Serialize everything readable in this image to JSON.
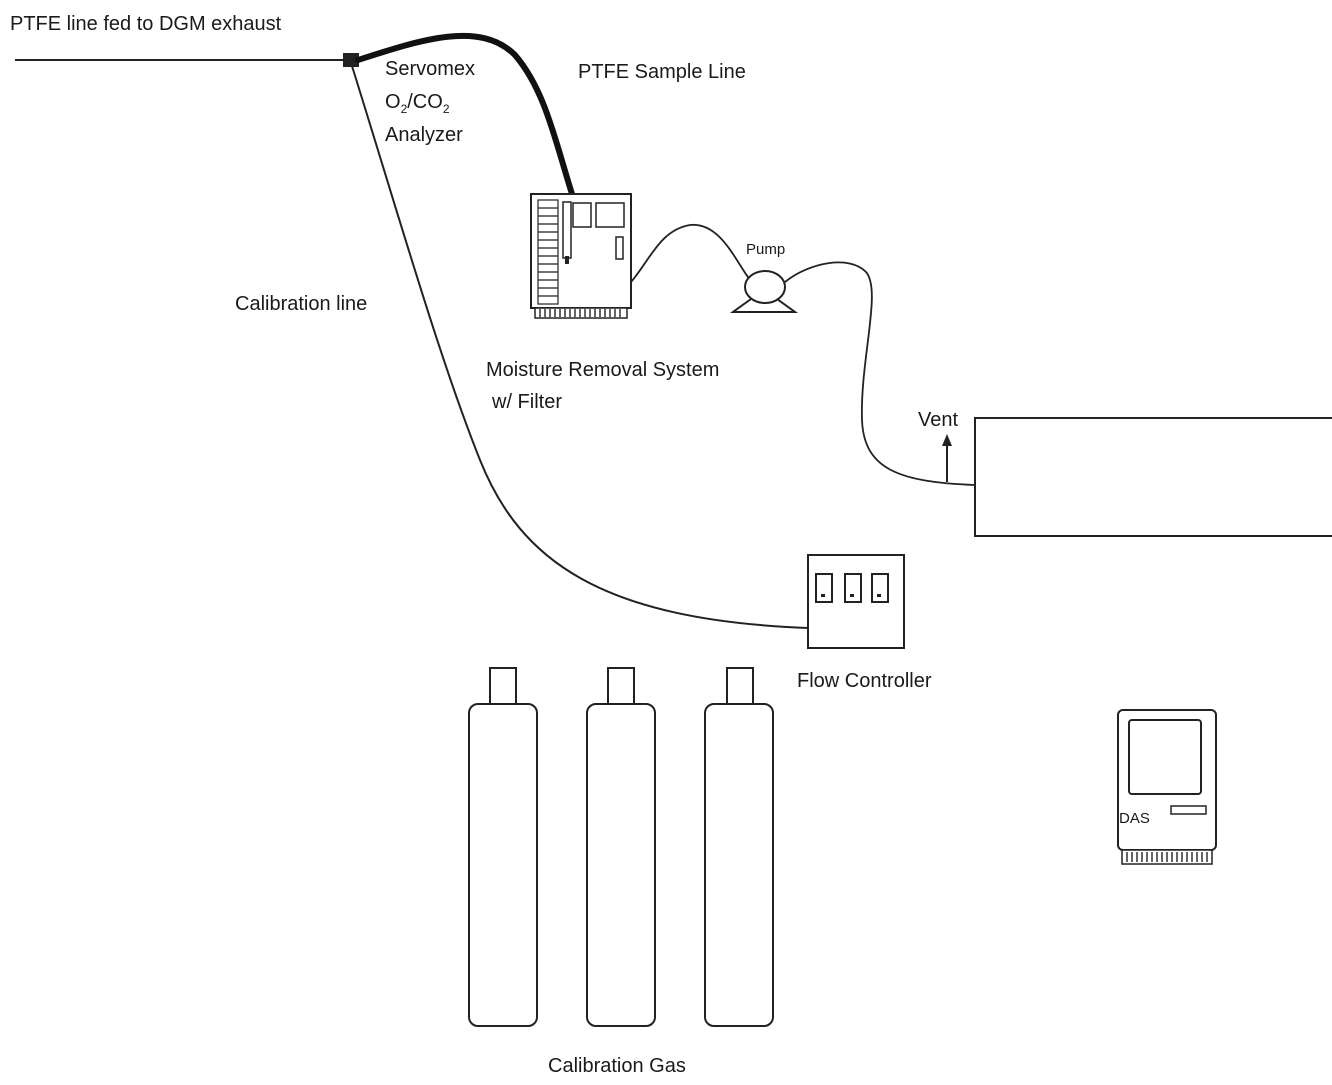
{
  "diagram": {
    "labels": {
      "exhaust_line": "PTFE line fed to DGM exhaust",
      "sample_line": "PTFE Sample Line",
      "analyzer_line1": "Servomex",
      "analyzer_o": "O",
      "analyzer_sub1": "2",
      "analyzer_mid": "/CO",
      "analyzer_sub2": "2",
      "analyzer_line3": "Analyzer",
      "calibration_line": "Calibration line",
      "moisture_line1": "Moisture Removal System",
      "moisture_line2": "w/ Filter",
      "pump": "Pump",
      "vent": "Vent",
      "flow_controller": "Flow Controller",
      "das": "DAS",
      "calibration_gas": "Calibration Gas"
    }
  }
}
